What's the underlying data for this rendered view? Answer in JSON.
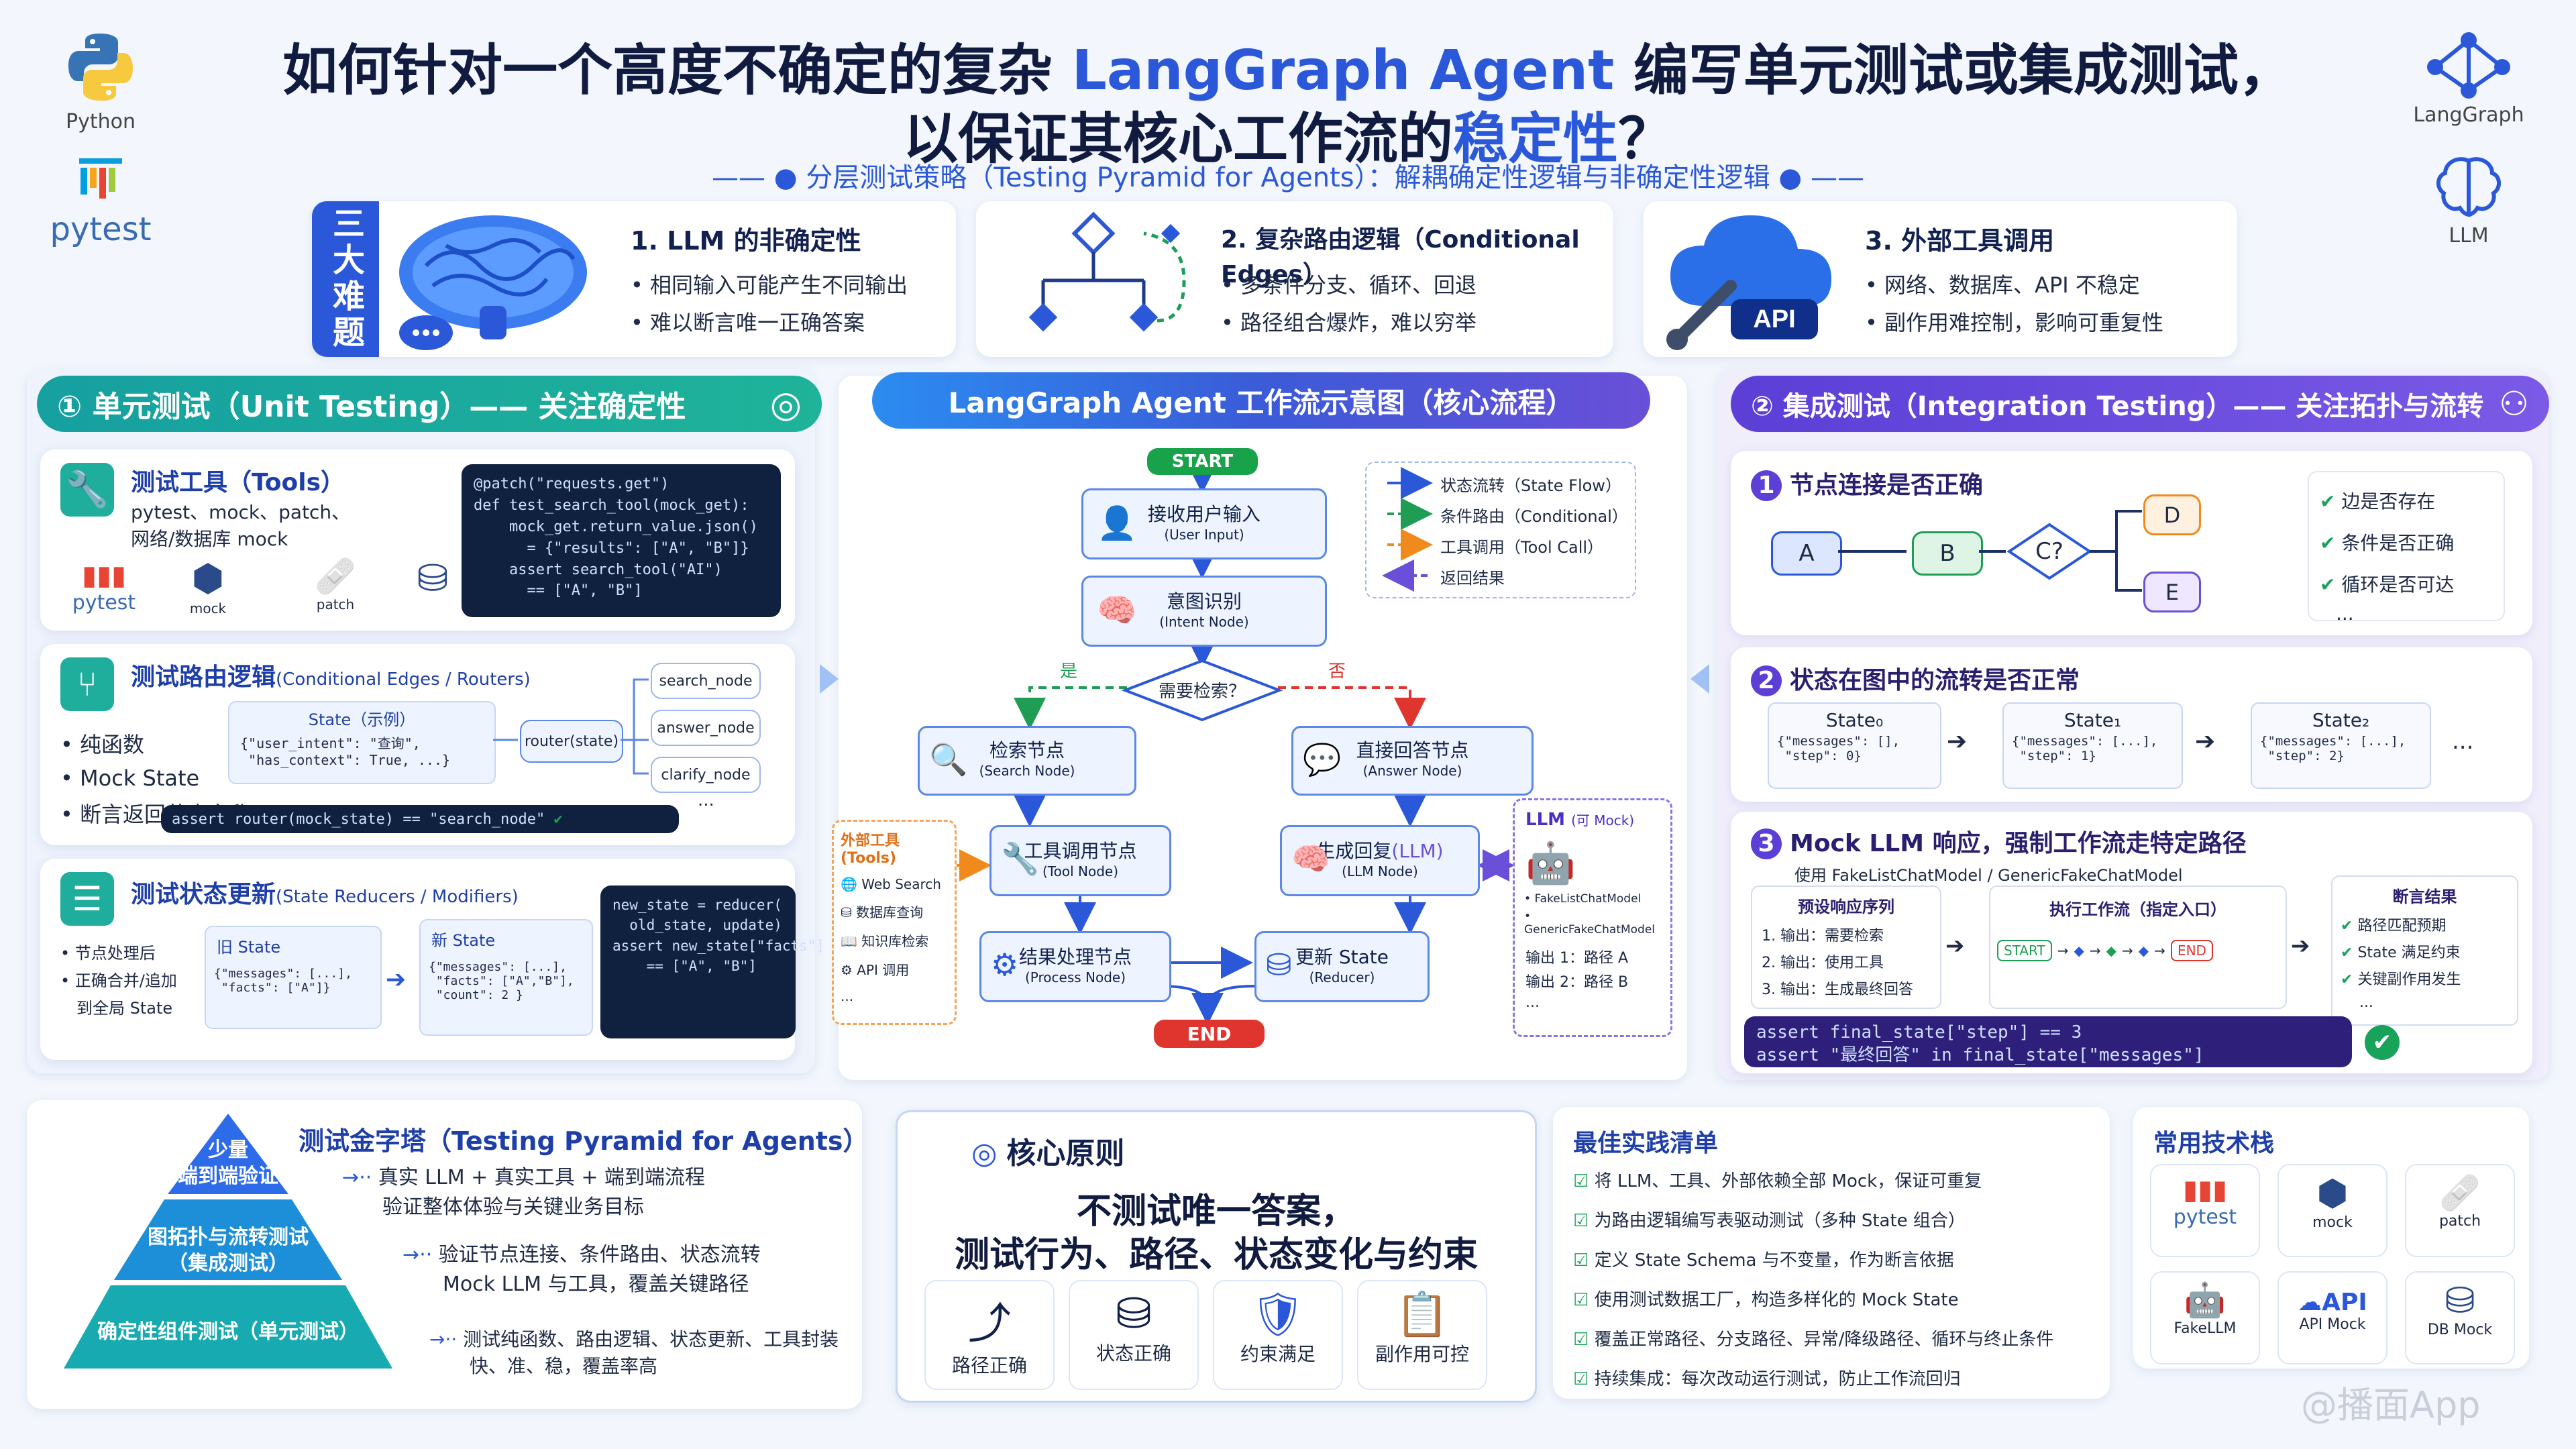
{
  "header": {
    "title_line1_pre": "如何针对一个高度不确定的复杂 ",
    "title_line1_brand": "LangGraph Agent",
    "title_line1_post": " 编写单元测试或集成测试，",
    "title_line2_pre": "以保证其核心工作流的",
    "title_line2_accent": "稳定性",
    "title_line2_post": "？",
    "subtitle": "分层测试策略（Testing Pyramid for Agents）：解耦确定性逻辑与非确定性逻辑"
  },
  "logos": {
    "python": "Python",
    "pytest": "pytest",
    "langgraph": "LangGraph",
    "llm": "LLM"
  },
  "challenges": {
    "label": "三大难题",
    "items": [
      {
        "title": "1. LLM 的非确定性",
        "points": [
          "相同输入可能产生不同输出",
          "难以断言唯一正确答案"
        ]
      },
      {
        "title": "2. 复杂路由逻辑（Conditional Edges）",
        "points": [
          "多条件分支、循环、回退",
          "路径组合爆炸，难以穷举"
        ]
      },
      {
        "title": "3. 外部工具调用",
        "points": [
          "网络、数据库、API 不稳定",
          "副作用难控制，影响可重复性"
        ],
        "badge": "API"
      }
    ]
  },
  "unit": {
    "header": "① 单元测试（Unit Testing）—— 关注确定性",
    "tools": {
      "title": "测试工具（Tools）",
      "desc1": "pytest、mock、patch、",
      "desc2": "网络/数据库 mock",
      "icons": [
        "pytest",
        "mock",
        "patch"
      ],
      "code": "@patch(\"requests.get\")\ndef test_search_tool(mock_get):\n    mock_get.return_value.json()\n      = {\"results\": [\"A\", \"B\"]}\n    assert search_tool(\"AI\")\n      == [\"A\", \"B\"]"
    },
    "routing": {
      "title": "测试路由逻辑",
      "subtitle": "(Conditional Edges / Routers)",
      "points": [
        "纯函数",
        "Mock State",
        "断言返回节点名称"
      ],
      "state_title": "State（示例）",
      "state_body": "{\"user_intent\": \"查询\",\n \"has_context\": True, ...}",
      "router": "router(state)",
      "targets": [
        "search_node",
        "answer_node",
        "clarify_node"
      ],
      "more": "...",
      "assert": "assert router(mock_state) == \"search_node\""
    },
    "reducers": {
      "title": "测试状态更新",
      "subtitle": "(State Reducers / Modifiers)",
      "points": [
        "节点处理后",
        "正确合并/追加",
        "到全局 State"
      ],
      "old_title": "旧 State",
      "old_body": "{\"messages\": [...],\n \"facts\": [\"A\"]}",
      "new_title": "新 State",
      "new_body": "{\"messages\": [...],\n \"facts\": [\"A\",\"B\"],\n \"count\": 2 }",
      "code": "new_state = reducer(\n  old_state, update)\nassert new_state[\"facts\"]\n    == [\"A\", \"B\"]"
    }
  },
  "workflow": {
    "header": "LangGraph Agent 工作流示意图（核心流程）",
    "start": "START",
    "end": "END",
    "input": {
      "title": "接收用户输入",
      "sub": "(User Input)"
    },
    "intent": {
      "title": "意图识别",
      "sub": "(Intent Node)"
    },
    "decision": "需要检索？",
    "yes": "是",
    "no": "否",
    "search": {
      "title": "检索节点",
      "sub": "(Search Node)"
    },
    "answer": {
      "title": "直接回答节点",
      "sub": "(Answer Node)"
    },
    "tool": {
      "title": "工具调用节点",
      "sub": "(Tool Node)"
    },
    "gen": {
      "title": "生成回复",
      "tag": "(LLM)",
      "sub": "(LLM Node)"
    },
    "process": {
      "title": "结果处理节点",
      "sub": "(Process Node)"
    },
    "update": {
      "title": "更新 State",
      "sub": "(Reducer)"
    },
    "legend": [
      {
        "label": "状态流转（State Flow）",
        "color": "#2b58d8"
      },
      {
        "label": "条件路由（Conditional）",
        "color": "#1f9d55"
      },
      {
        "label": "工具调用（Tool Call）",
        "color": "#f08a1c"
      },
      {
        "label": "返回结果",
        "color": "#6a4fd8"
      }
    ],
    "ext_tools": {
      "title": "外部工具 (Tools)",
      "items": [
        "Web Search",
        "数据库查询",
        "知识库检索",
        "API 调用"
      ],
      "more": "..."
    },
    "llm_mock": {
      "title": "LLM",
      "tag": "(可 Mock)",
      "items": [
        "FakeListChatModel",
        "GenericFakeChatModel"
      ],
      "out1": "输出 1：路径 A",
      "out2": "输出 2：路径 B",
      "more": "..."
    }
  },
  "integration": {
    "header": "② 集成测试（Integration Testing）—— 关注拓扑与流转",
    "s1": {
      "title": "节点连接是否正确",
      "nodes": [
        "A",
        "B",
        "C?",
        "D",
        "E"
      ],
      "checks": [
        "边是否存在",
        "条件是否正确",
        "循环是否可达"
      ],
      "more": "..."
    },
    "s2": {
      "title": "状态在图中的流转是否正常",
      "states": [
        {
          "name": "State₀",
          "body": "{\"messages\": [],\n \"step\": 0}"
        },
        {
          "name": "State₁",
          "body": "{\"messages\": [...],\n \"step\": 1}"
        },
        {
          "name": "State₂",
          "body": "{\"messages\": [...],\n \"step\": 2}"
        }
      ],
      "more": "..."
    },
    "s3": {
      "title": "Mock LLM 响应，强制工作流走特定路径",
      "sub": "使用 FakeListChatModel / GenericFakeChatModel",
      "preset_title": "预设响应序列",
      "preset": [
        "1. 输出：需要检索",
        "2. 输出：使用工具",
        "3. 输出：生成最终回答"
      ],
      "exec_title": "执行工作流（指定入口）",
      "start": "START",
      "end": "END",
      "assert_title": "断言结果",
      "asserts": [
        "路径匹配预期",
        "State 满足约束",
        "关键副作用发生"
      ],
      "more": "...",
      "code": "assert final_state[\"step\"] == 3\nassert \"最终回答\" in final_state[\"messages\"]"
    }
  },
  "pyramid": {
    "title": "测试金字塔（Testing Pyramid for Agents）",
    "levels": [
      {
        "label": "少量\n端到端验证",
        "desc1": "真实 LLM + 真实工具 + 端到端流程",
        "desc2": "验证整体体验与关键业务目标"
      },
      {
        "label": "图拓扑与流转测试\n（集成测试）",
        "desc1": "验证节点连接、条件路由、状态流转",
        "desc2": "Mock LLM 与工具，覆盖关键路径"
      },
      {
        "label": "确定性组件测试（单元测试）",
        "desc1": "测试纯函数、路由逻辑、状态更新、工具封装",
        "desc2": "快、准、稳，覆盖率高"
      }
    ]
  },
  "principle": {
    "title": "核心原则",
    "line1": "不测试唯一答案，",
    "line2": "测试行为、路径、状态变化与约束",
    "tiles": [
      "路径正确",
      "状态正确",
      "约束满足",
      "副作用可控"
    ]
  },
  "best": {
    "title": "最佳实践清单",
    "items": [
      "将 LLM、工具、外部依赖全部 Mock，保证可重复",
      "为路由逻辑编写表驱动测试（多种 State 组合）",
      "定义 State Schema 与不变量，作为断言依据",
      "使用测试数据工厂，构造多样化的 Mock State",
      "覆盖正常路径、分支路径、异常/降级路径、循环与终止条件",
      "持续集成：每次改动运行测试，防止工作流回归"
    ]
  },
  "stack": {
    "title": "常用技术栈",
    "items": [
      "pytest",
      "mock",
      "patch",
      "FakeLLM",
      "API Mock",
      "DB Mock"
    ]
  },
  "watermark": "@播面App",
  "colors": {
    "primary": "#2b58d8",
    "purple": "#5b3fd6",
    "green": "#1f9d55",
    "orange": "#f08a1c",
    "navy": "#101b3f"
  }
}
